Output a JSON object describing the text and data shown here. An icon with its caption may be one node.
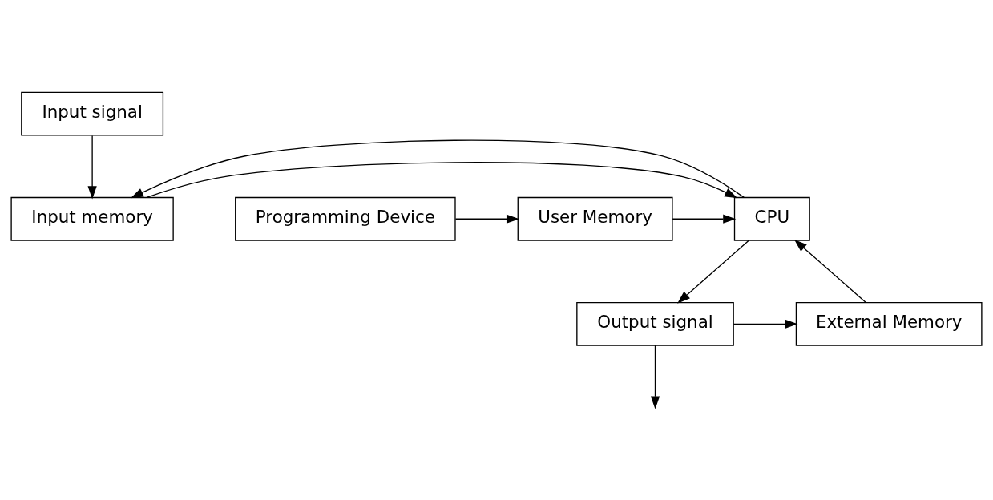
{
  "diagram": {
    "nodes": [
      {
        "text": [
          "Input signal"
        ]
      },
      {
        "text": [
          "Input memory"
        ]
      },
      {
        "text": [
          "CPU"
        ]
      },
      {
        "text": [
          "User Memory"
        ]
      },
      {
        "text": [
          "Programming Device"
        ]
      },
      {
        "text": [
          "Output signal"
        ]
      },
      {
        "text": [
          "External Memory"
        ]
      }
    ],
    "edges": [
      {
        "from": 0,
        "to": 1,
        "arrow": "to"
      },
      {
        "from": 1,
        "to": 2,
        "arrow": "to"
      },
      {
        "from": 2,
        "to": 1,
        "arrow": "to"
      },
      {
        "from": 3,
        "to": 2,
        "arrow": "to"
      },
      {
        "from": 4,
        "to": 3,
        "arrow": "to"
      },
      {
        "from": 2,
        "to": 5,
        "arrow": "to"
      },
      {
        "from": 5,
        "to": 6,
        "arrow": "to"
      },
      {
        "from": 6,
        "to": 2,
        "arrow": "to"
      },
      {
        "from": 5,
        "to": null,
        "arrow": "to"
      }
    ]
  }
}
